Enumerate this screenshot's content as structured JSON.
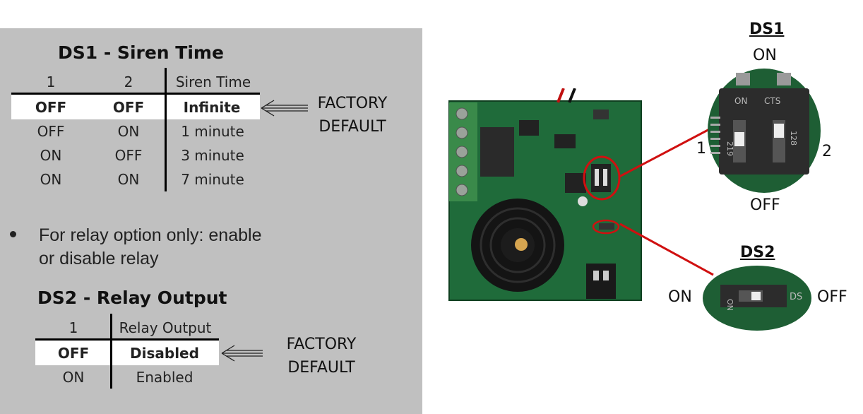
{
  "ds1": {
    "title": "DS1 - Siren Time",
    "headers": [
      "1",
      "2",
      "Siren Time"
    ],
    "rows": [
      [
        "OFF",
        "OFF",
        "Infinite"
      ],
      [
        "OFF",
        "ON",
        "1 minute"
      ],
      [
        "ON",
        "OFF",
        "3 minute"
      ],
      [
        "ON",
        "ON",
        "7 minute"
      ]
    ],
    "factory_default": [
      "FACTORY",
      "DEFAULT"
    ]
  },
  "bullet": {
    "line1": "For relay option only: enable",
    "line2": "or disable relay"
  },
  "ds2": {
    "title": "DS2 - Relay Output",
    "headers": [
      "1",
      "Relay Output"
    ],
    "rows": [
      [
        "OFF",
        "Disabled"
      ],
      [
        "ON",
        "Enabled"
      ]
    ],
    "factory_default": [
      "FACTORY",
      "DEFAULT"
    ]
  },
  "photo": {
    "ds1_callout": {
      "title": "DS1",
      "on": "ON",
      "off": "OFF",
      "left": "1",
      "right": "2",
      "chip_text": [
        "ON",
        "CTS",
        "219",
        "128"
      ]
    },
    "ds2_callout": {
      "title": "DS2",
      "on": "ON",
      "off": "OFF",
      "chip_text": [
        "ON",
        "DS"
      ]
    }
  },
  "colors": {
    "panel": "#c0c0c0",
    "pcb": "#1f6b3a",
    "callout_line": "#d01010"
  }
}
